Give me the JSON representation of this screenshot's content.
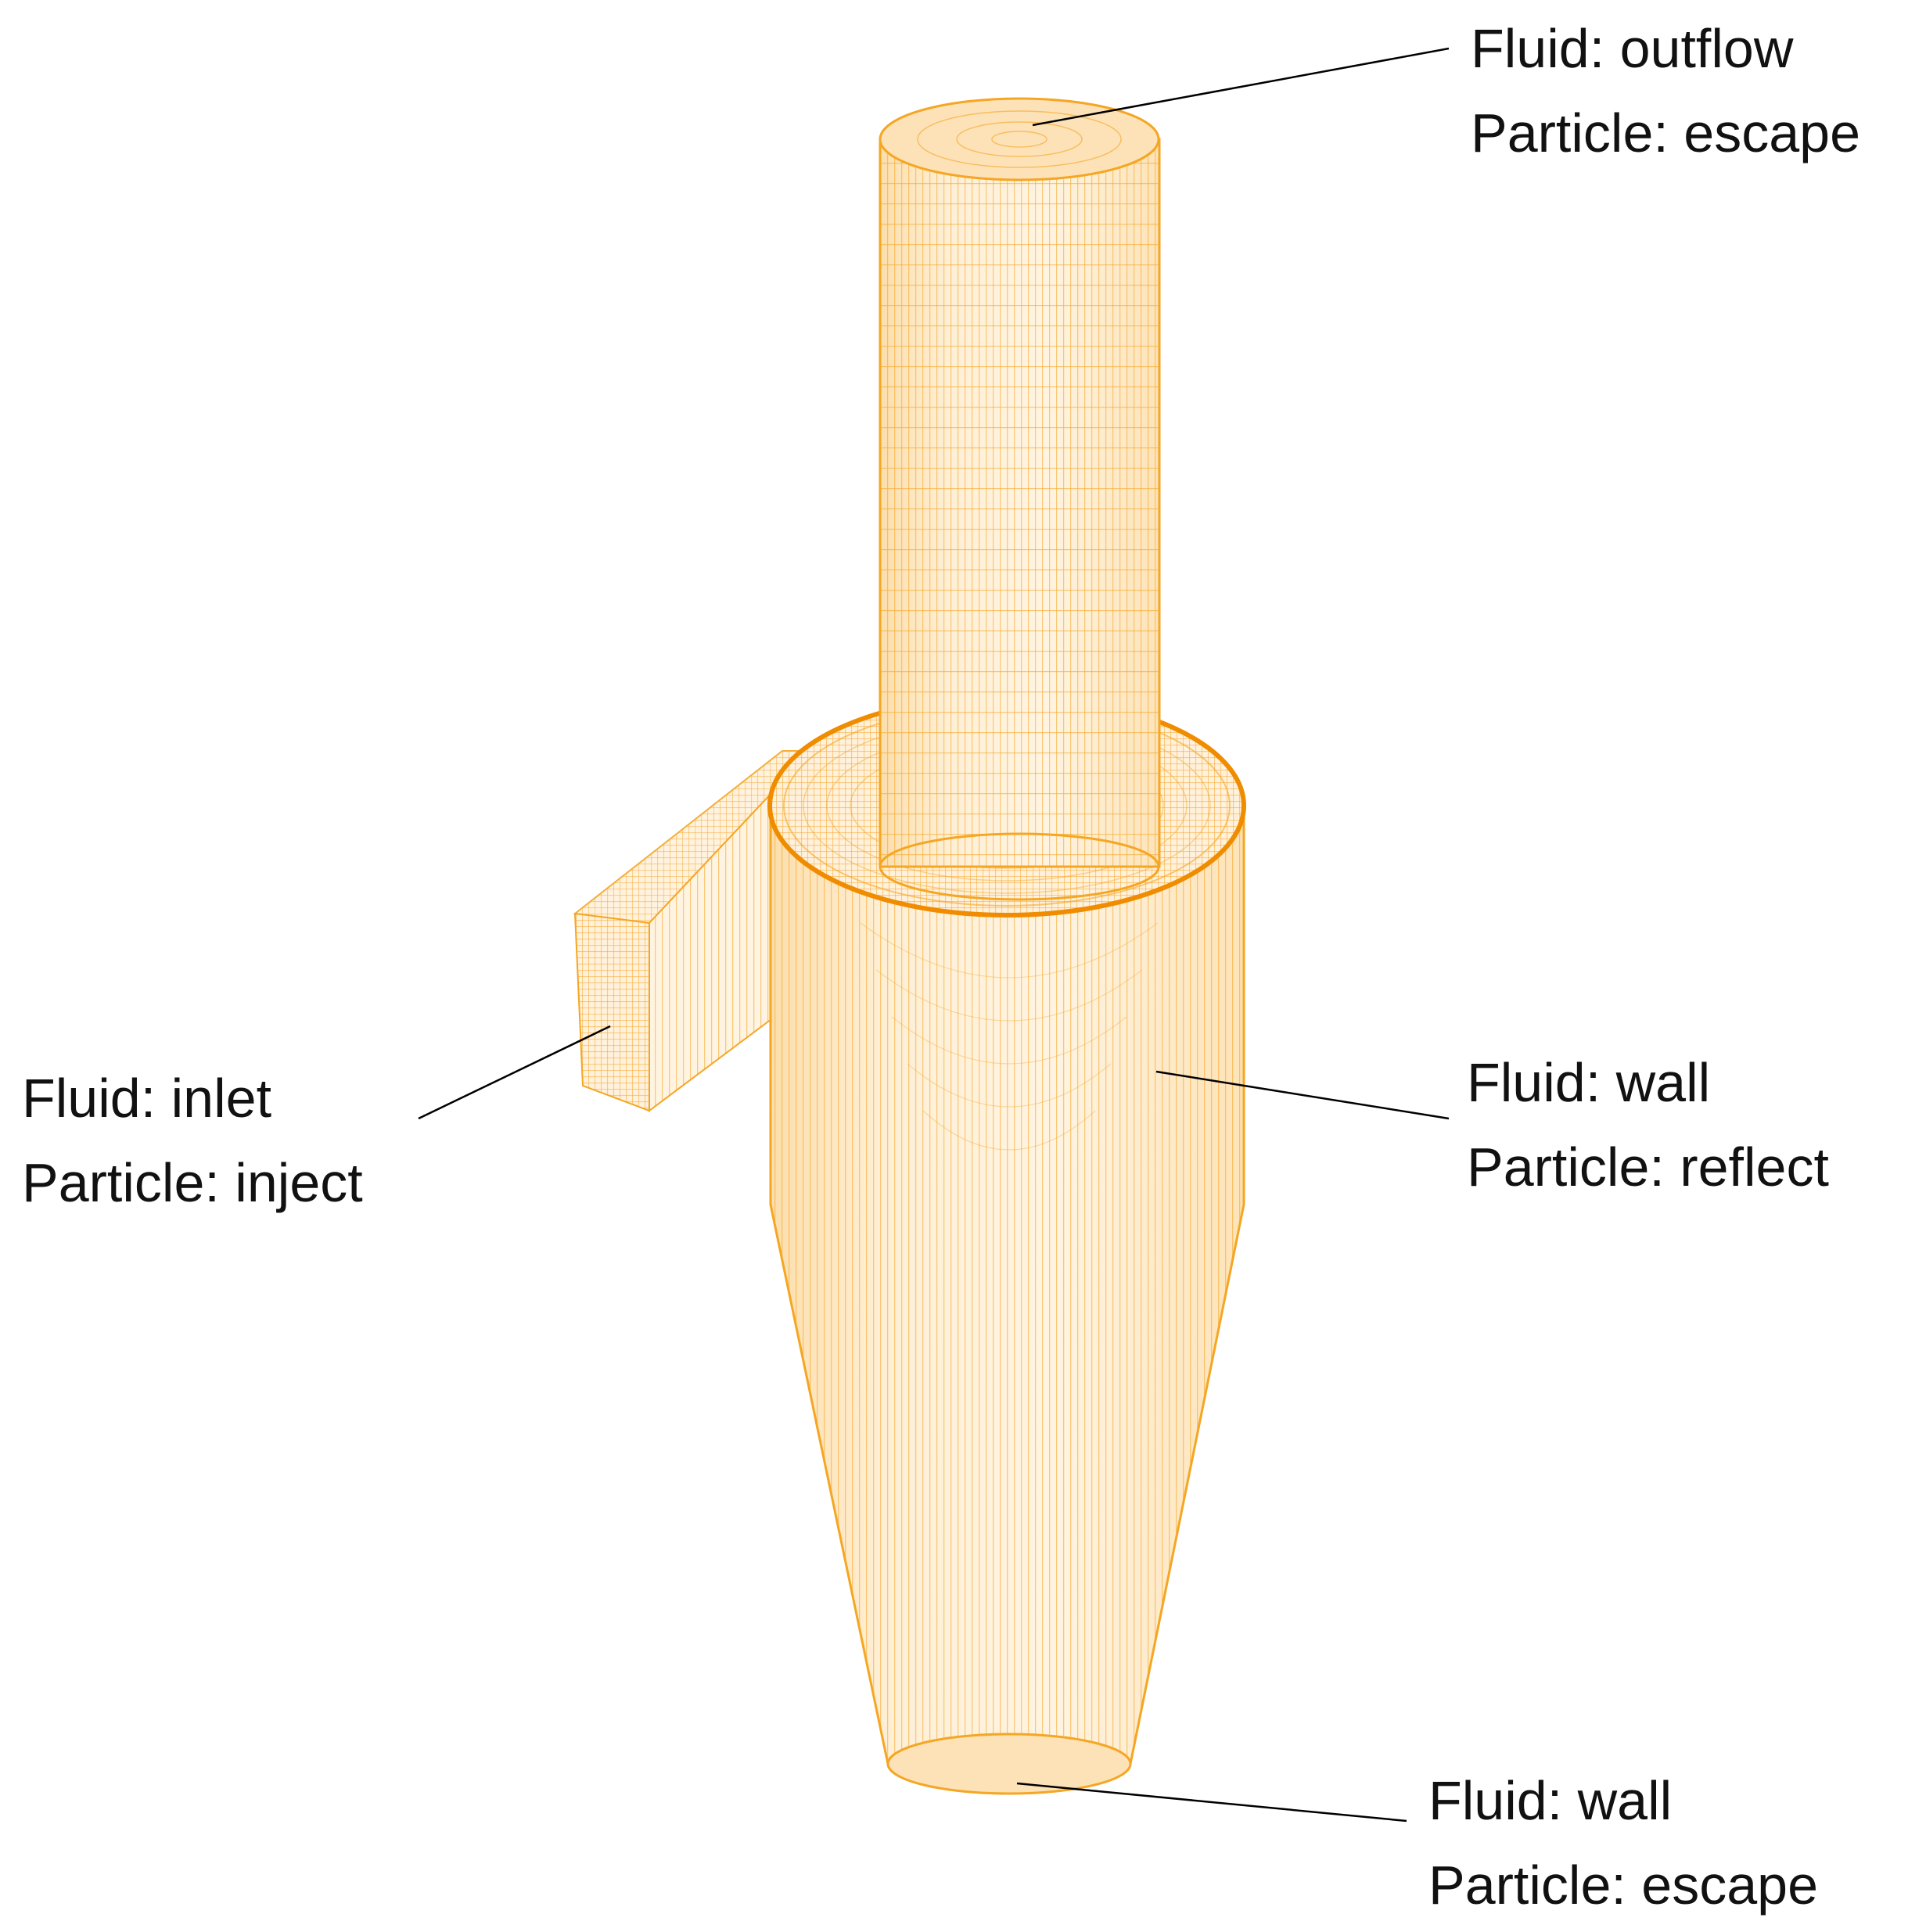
{
  "labels": {
    "outflow": {
      "fluid": "Fluid: outflow",
      "particle": "Particle: escape"
    },
    "inlet": {
      "fluid": "Fluid: inlet",
      "particle": "Particle: inject"
    },
    "wall_body": {
      "fluid": "Fluid: wall",
      "particle": "Particle: reflect"
    },
    "wall_bottom": {
      "fluid": "Fluid: wall",
      "particle": "Particle: escape"
    }
  },
  "colors": {
    "mesh": "#f5a623",
    "mesh_fill": "#fde7c4",
    "mesh_dark": "#f08c00",
    "leader": "#000000",
    "background": "#ffffff"
  }
}
